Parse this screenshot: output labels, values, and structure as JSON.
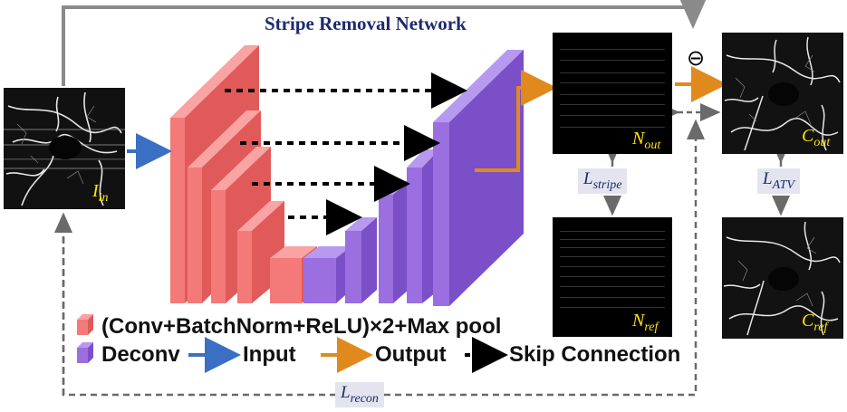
{
  "title": "Stripe Removal Network",
  "minus_symbol": "⊖",
  "images": {
    "input": {
      "label_main": "I",
      "label_sub": "in"
    },
    "n_out": {
      "label_main": "N",
      "label_sub": "out"
    },
    "n_ref": {
      "label_main": "N",
      "label_sub": "ref"
    },
    "c_out": {
      "label_main": "C",
      "label_sub": "out"
    },
    "c_ref": {
      "label_main": "C",
      "label_sub": "ref"
    }
  },
  "losses": {
    "stripe": {
      "main": "L",
      "sub": "stripe"
    },
    "atv": {
      "main": "L",
      "sub": "ATV"
    },
    "recon": {
      "main": "L",
      "sub": "recon"
    }
  },
  "legend": {
    "conv": "(Conv+BatchNorm+ReLU)×2+Max pool",
    "deconv": "Deconv",
    "input": "Input",
    "output": "Output",
    "skip": "Skip Connection"
  },
  "colors": {
    "encoder_front": "#f47a7a",
    "encoder_side": "#e05a5a",
    "encoder_top": "#f9a3a3",
    "decoder_front": "#9b6fe0",
    "decoder_side": "#7a4fc8",
    "decoder_top": "#b79af0",
    "input_arrow": "#3a6fc4",
    "output_arrow": "#e08a1e",
    "gray_line": "#8a8a8a"
  }
}
